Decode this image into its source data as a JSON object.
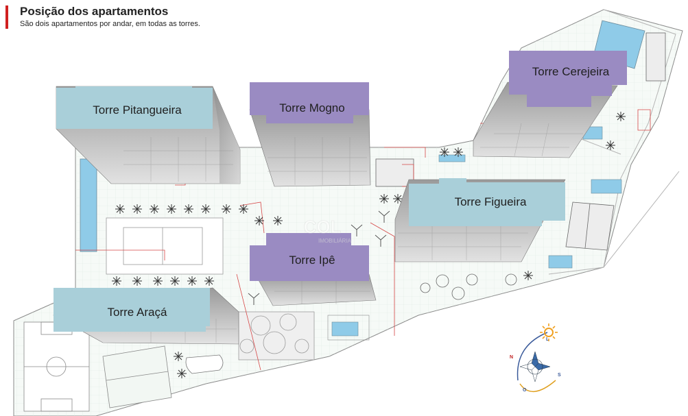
{
  "header": {
    "title": "Posição dos apartamentos",
    "subtitle": "São dois apartamentos por andar, em todas as torres."
  },
  "towers": [
    {
      "id": "pitangueira",
      "label": "Torre Pitangueira",
      "color": "#a9cfd9"
    },
    {
      "id": "mogno",
      "label": "Torre Mogno",
      "color": "#9a8bc2"
    },
    {
      "id": "cerejeira",
      "label": "Torre Cerejeira",
      "color": "#9a8bc2"
    },
    {
      "id": "figueira",
      "label": "Torre Figueira",
      "color": "#a9cfd9"
    },
    {
      "id": "ipe",
      "label": "Torre Ipê",
      "color": "#9a8bc2"
    },
    {
      "id": "araca",
      "label": "Torre Araçá",
      "color": "#a9cfd9"
    }
  ],
  "compass": {
    "letters": [
      "N",
      "L",
      "S",
      "O"
    ]
  },
  "watermark": {
    "line1": "COL",
    "line2": "IMOBILIÁRIA"
  },
  "colors": {
    "accent": "#d02020",
    "blue_tower": "#a9cfd9",
    "purple_tower": "#9a8bc2",
    "pool": "#8fcbe8",
    "sun": "#f0a020"
  }
}
